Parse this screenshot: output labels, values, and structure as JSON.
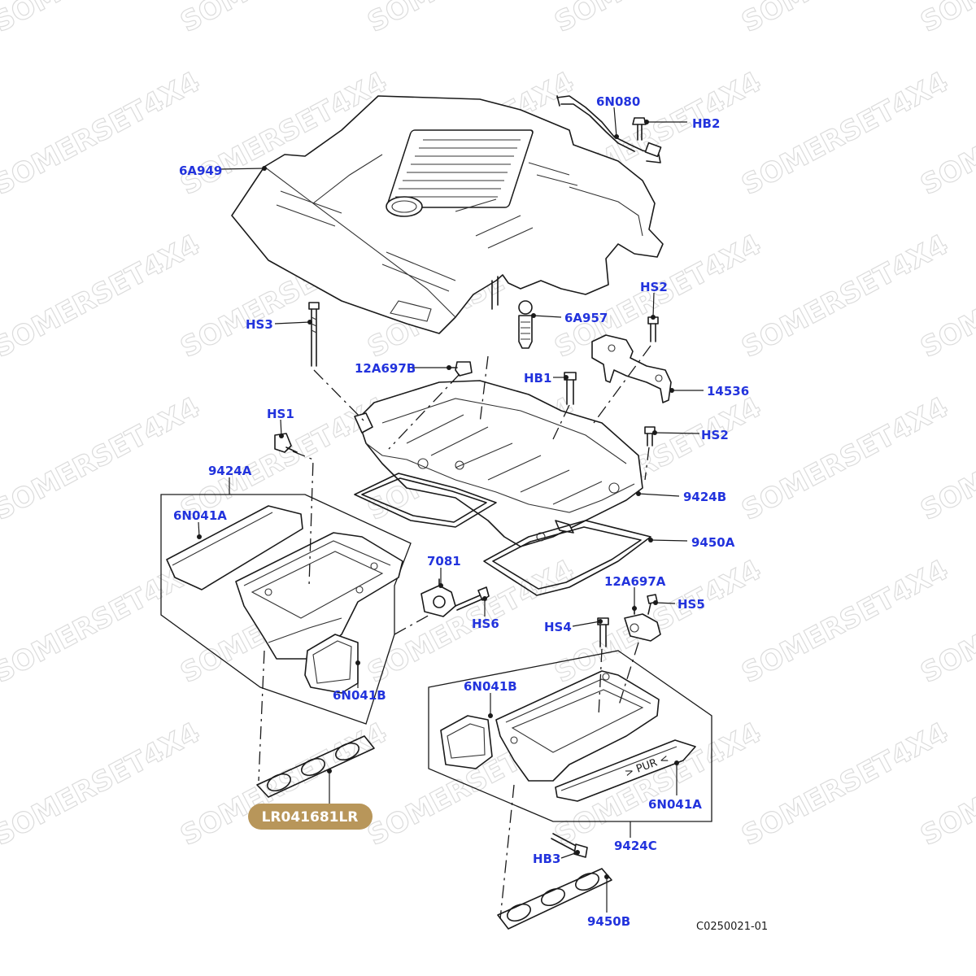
{
  "watermark": "SOMERSET4X4",
  "part_number": "LR041681LR",
  "drawing_ref": "C0250021-01",
  "colors": {
    "callout": "#2233dd",
    "badge": "#b8965a",
    "line": "#1a1a1a",
    "watermark": "#dcdcdc"
  },
  "labels": {
    "l_6A949": "6A949",
    "l_6N080": "6N080",
    "l_HB2": "HB2",
    "l_HS2_top": "HS2",
    "l_6A957": "6A957",
    "l_HS3": "HS3",
    "l_12A697B": "12A697B",
    "l_HB1": "HB1",
    "l_14536": "14536",
    "l_HS1": "HS1",
    "l_HS2_mid": "HS2",
    "l_9424A": "9424A",
    "l_6N041A_left": "6N041A",
    "l_9424B": "9424B",
    "l_9450A": "9450A",
    "l_7081": "7081",
    "l_12A697A": "12A697A",
    "l_HS5": "HS5",
    "l_HS6": "HS6",
    "l_HS4": "HS4",
    "l_6N041B_left": "6N041B",
    "l_6N041B_right": "6N041B",
    "l_6N041A_right": "6N041A",
    "l_9424C": "9424C",
    "l_HB3": "HB3",
    "l_9450B": "9450B"
  },
  "part_markings": {
    "pur": "> PUR <"
  }
}
